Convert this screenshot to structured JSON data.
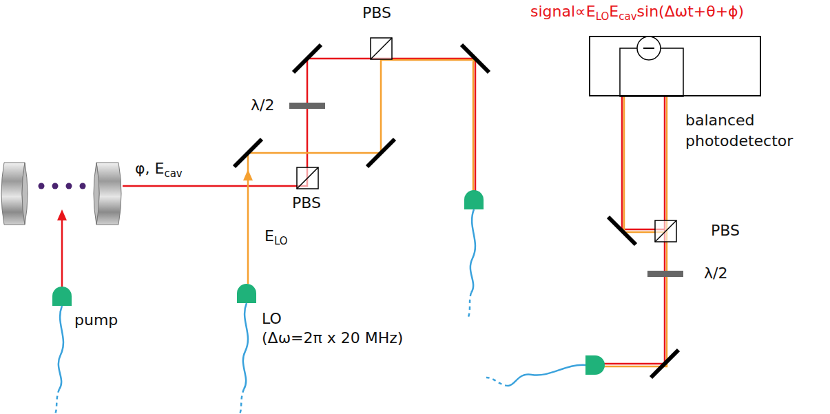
{
  "diagram": {
    "nodes": [
      {
        "text": [
          "balanced photodetector"
        ]
      }
    ],
    "labels": [
      "signal∝E",
      "LO",
      "E",
      "cav",
      "sin(Δωt+θ+ϕ)",
      "PBS",
      "λ/2",
      "φ, E",
      "cav",
      "PBS",
      "E",
      "LO",
      "LO",
      "(Δω=2π x 20 MHz)",
      "pump",
      "PBS",
      "λ/2"
    ]
  }
}
